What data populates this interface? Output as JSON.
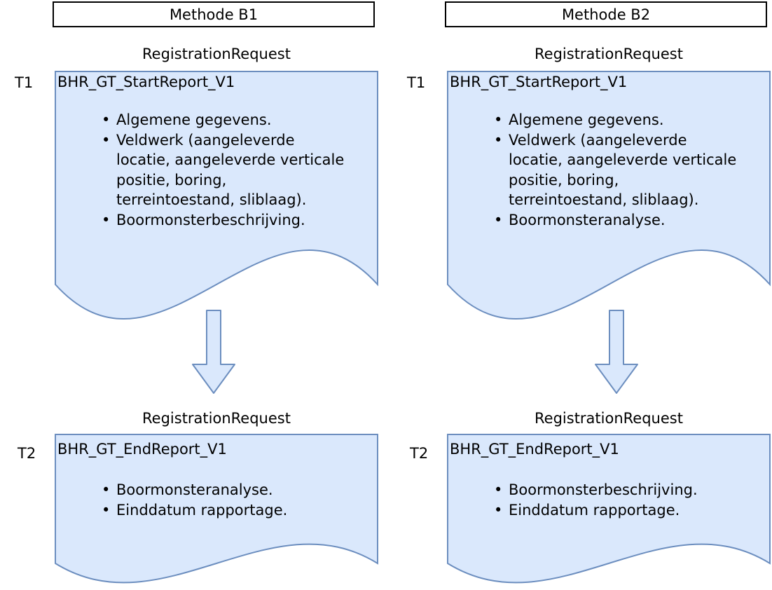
{
  "diagram": {
    "columns": [
      {
        "title": "Methode B1",
        "stages": {
          "t1": {
            "time_label": "T1",
            "request_label": "RegistrationRequest",
            "doc_title": "BHR_GT_StartReport_V1",
            "bullets": [
              "Algemene gegevens.",
              "Veldwerk (aangeleverde\nlocatie, aangeleverde verticale\npositie, boring,\nterreintoestand, sliblaag).",
              "Boormonsterbeschrijving."
            ]
          },
          "t2": {
            "time_label": "T2",
            "request_label": "RegistrationRequest",
            "doc_title": "BHR_GT_EndReport_V1",
            "bullets": [
              "Boormonsteranalyse.",
              "Einddatum rapportage."
            ]
          }
        }
      },
      {
        "title": "Methode B2",
        "stages": {
          "t1": {
            "time_label": "T1",
            "request_label": "RegistrationRequest",
            "doc_title": "BHR_GT_StartReport_V1",
            "bullets": [
              "Algemene gegevens.",
              "Veldwerk (aangeleverde\nlocatie, aangeleverde verticale\npositie, boring,\nterreintoestand, sliblaag).",
              "Boormonsteranalyse."
            ]
          },
          "t2": {
            "time_label": "T2",
            "request_label": "RegistrationRequest",
            "doc_title": "BHR_GT_EndReport_V1",
            "bullets": [
              "Boormonsterbeschrijving.",
              "Einddatum rapportage."
            ]
          }
        }
      }
    ],
    "colors": {
      "background": "#ffffff",
      "text": "#000000",
      "title_box_border": "#000000",
      "document_fill": "#dae8fc",
      "document_stroke": "#6c8ebf",
      "arrow_fill": "#dae8fc",
      "arrow_stroke": "#6c8ebf"
    }
  }
}
